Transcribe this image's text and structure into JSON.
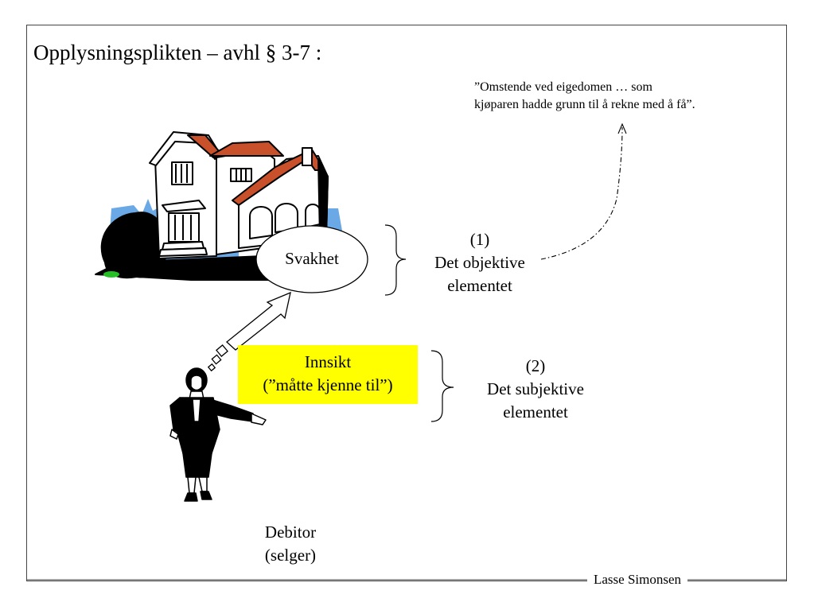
{
  "title": "Opplysningsplikten – avhl § 3-7 :",
  "quote": {
    "line1": "”Omstende ved eigedomen … som",
    "line2": "kjøparen hadde grunn til å rekne med å få”."
  },
  "weakness_label": "Svakhet",
  "objective": {
    "number": "(1)",
    "line1": "Det objektive",
    "line2": "elementet"
  },
  "insight": {
    "line1": "Innsikt",
    "line2": "(”måtte kjenne til”)",
    "highlight_color": "#ffff00"
  },
  "subjective": {
    "number": "(2)",
    "line1": "Det subjektive",
    "line2": "elementet"
  },
  "debitor": {
    "line1": "Debitor",
    "line2": "(selger)"
  },
  "footer": "Lasse Simonsen",
  "icons": [
    "house-clipart",
    "businesswoman-clipart"
  ]
}
